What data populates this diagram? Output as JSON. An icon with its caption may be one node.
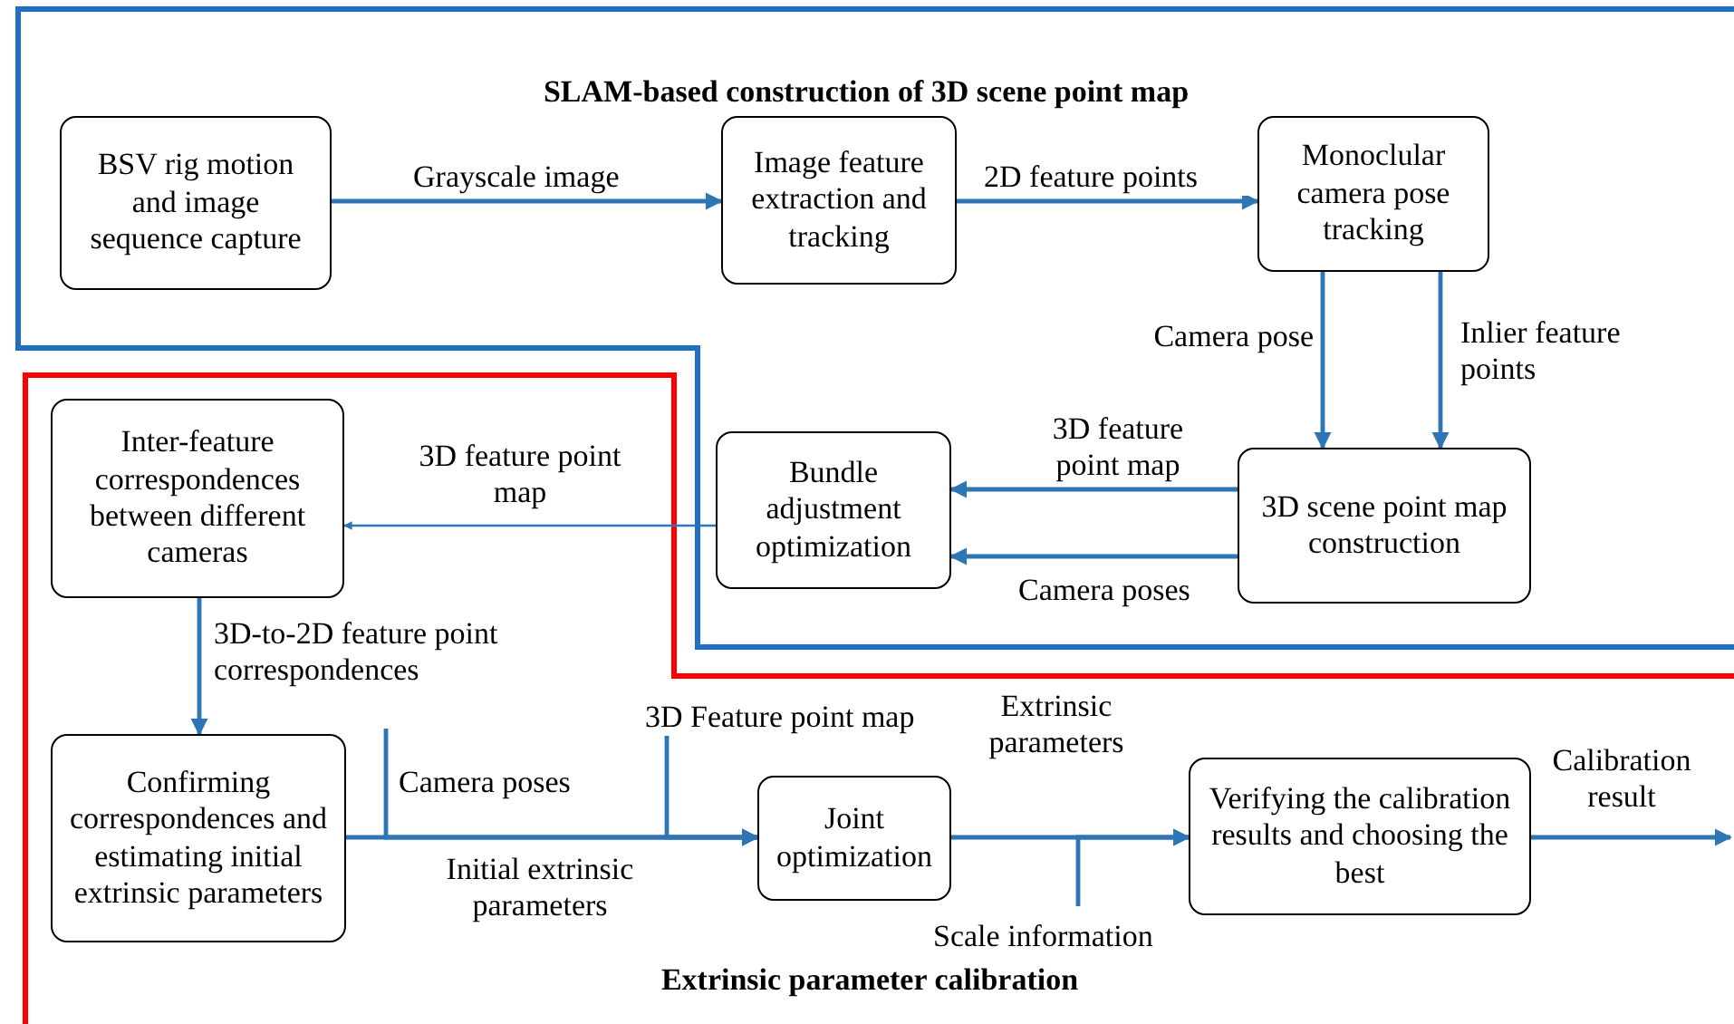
{
  "diagram": {
    "nodes": [
      {
        "text": [
          "SLAM-based construction of 3D scene point map"
        ]
      },
      {
        "text": [
          "BSV rig motion and image sequence capture"
        ],
        "in": 0
      },
      {
        "text": [
          "Image feature extraction and tracking"
        ],
        "in": 0
      },
      {
        "text": [
          "Monoclular camera pose tracking"
        ],
        "in": 0
      },
      {
        "text": [
          "Bundle adjustment optimization"
        ]
      },
      {
        "text": [
          "3D scene point map construction"
        ]
      },
      {
        "text": [
          "Extrinsic parameter calibration"
        ]
      },
      {
        "text": [
          "Inter-feature correspondences between different cameras"
        ]
      },
      {
        "text": [
          "Confirming correspondences and estimating initial extrinsic parameters"
        ],
        "in": 6
      },
      {
        "text": [
          "Joint optimization"
        ],
        "in": 6
      },
      {
        "text": [
          "Verifying the calibration results and choosing the best"
        ],
        "in": 6
      }
    ],
    "edges": [
      {
        "from": 1,
        "to": 2,
        "arrow": "to",
        "label": "Grayscale image"
      },
      {
        "from": 2,
        "to": 3,
        "arrow": "to",
        "label": "2D feature points"
      },
      {
        "from": 3,
        "to": 5,
        "arrow": "to",
        "label": "Camera pose"
      },
      {
        "from": 3,
        "to": 5,
        "arrow": "to",
        "label": "Inlier feature points"
      },
      {
        "from": 5,
        "to": 4,
        "arrow": "to",
        "label": "3D feature point map"
      },
      {
        "from": 5,
        "to": 4,
        "arrow": "to",
        "label": "Camera poses"
      },
      {
        "from": 4,
        "to": 7,
        "arrow": "to",
        "label": "3D feature point map"
      },
      {
        "from": 7,
        "to": 8,
        "arrow": "to",
        "label": "3D-to-2D feature point correspondences"
      },
      {
        "from": 8,
        "to": 9,
        "arrow": "to",
        "label": "Initial extrinsic parameters"
      },
      {
        "from": null,
        "to": 9,
        "arrow": "to",
        "label": "Camera poses"
      },
      {
        "from": null,
        "to": 9,
        "arrow": "to",
        "label": "3D Feature point map"
      },
      {
        "from": 9,
        "to": 10,
        "arrow": "to",
        "label": "Extrinsic parameters"
      },
      {
        "from": null,
        "to": 10,
        "arrow": "to",
        "label": "Scale information"
      },
      {
        "from": 10,
        "to": null,
        "arrow": "to",
        "label": "Calibration result"
      }
    ]
  }
}
